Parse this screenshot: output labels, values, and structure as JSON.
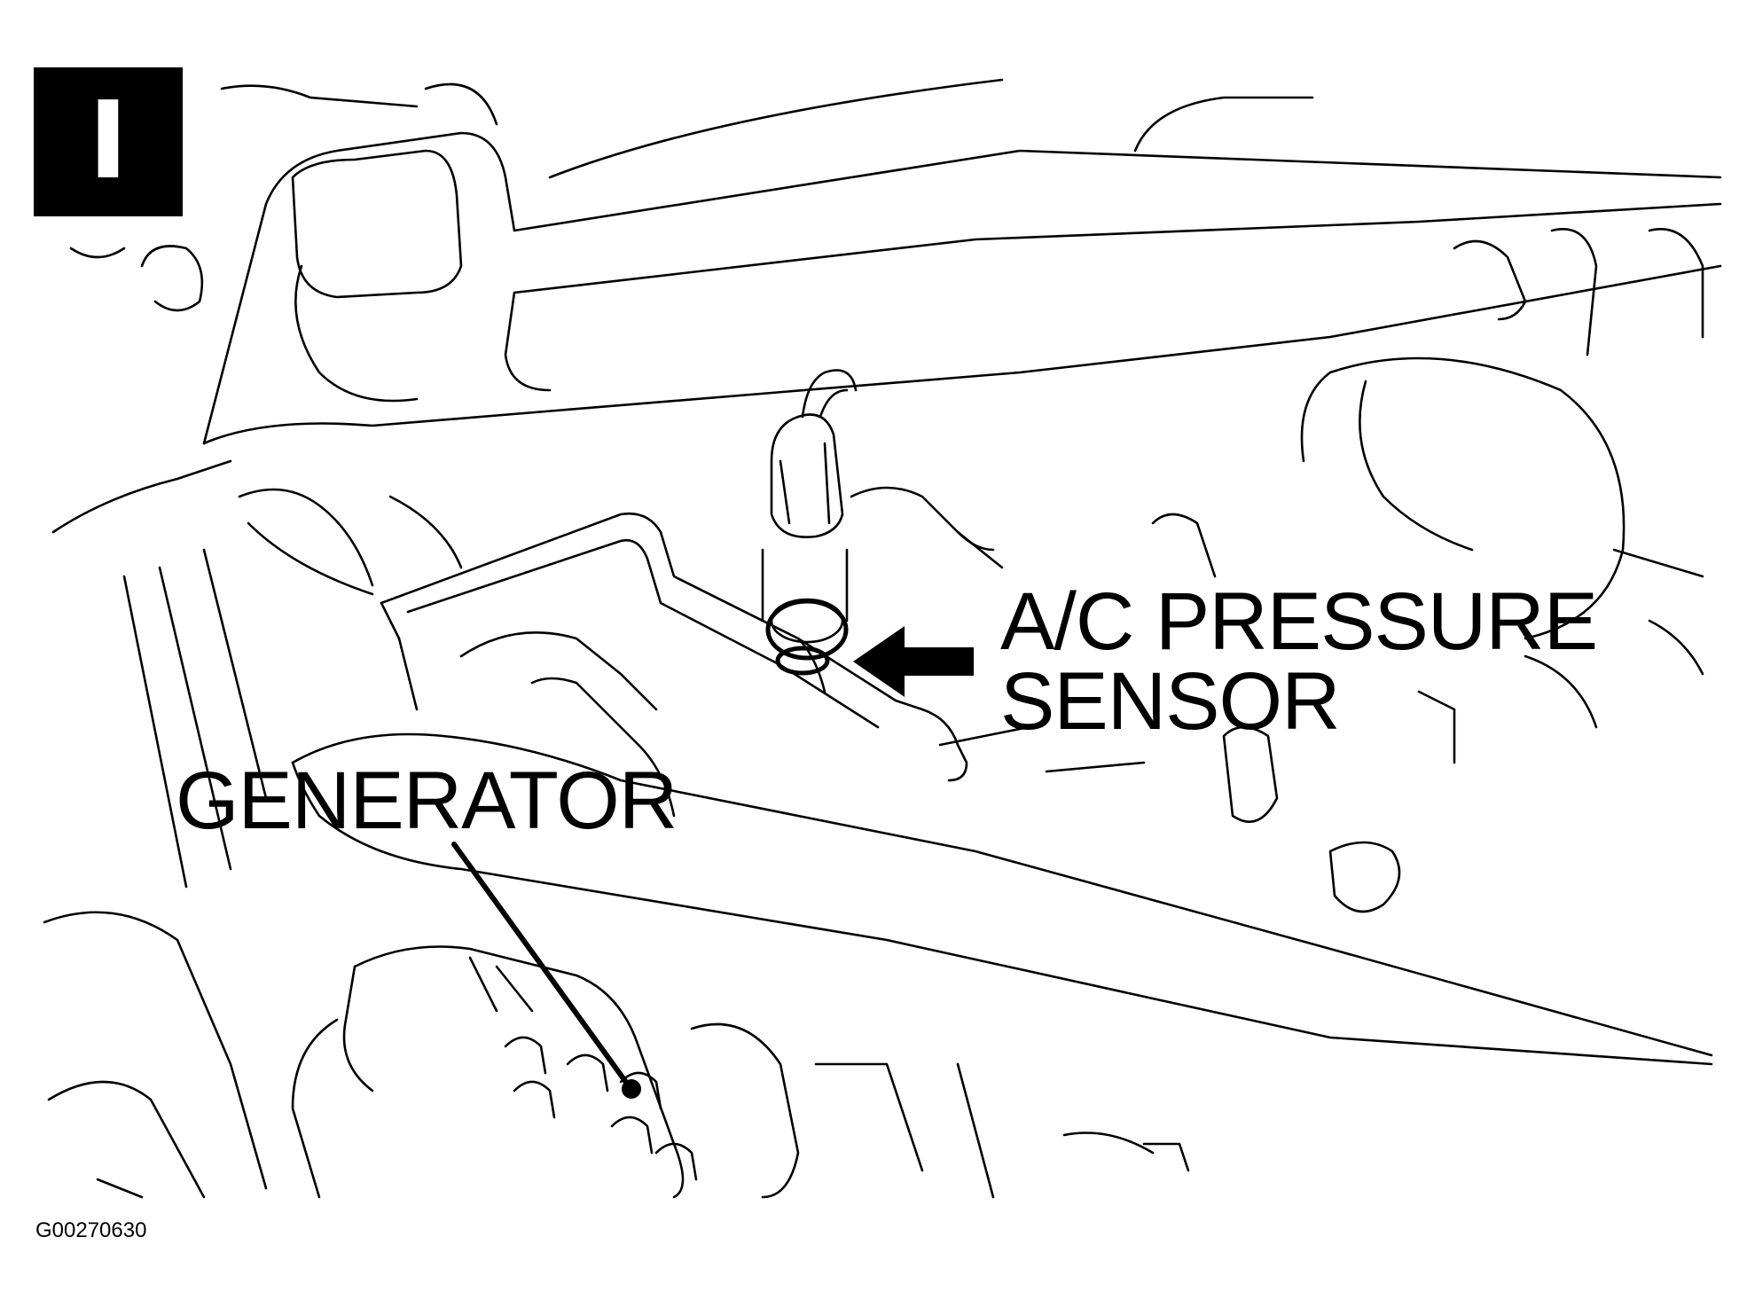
{
  "panel_letter": "I",
  "callouts": {
    "sensor_line1": "A/C PRESSURE",
    "sensor_line2": "SENSOR",
    "generator": "GENERATOR"
  },
  "figure_id": "G00270630",
  "colors": {
    "ink": "#000000",
    "paper": "#ffffff"
  }
}
